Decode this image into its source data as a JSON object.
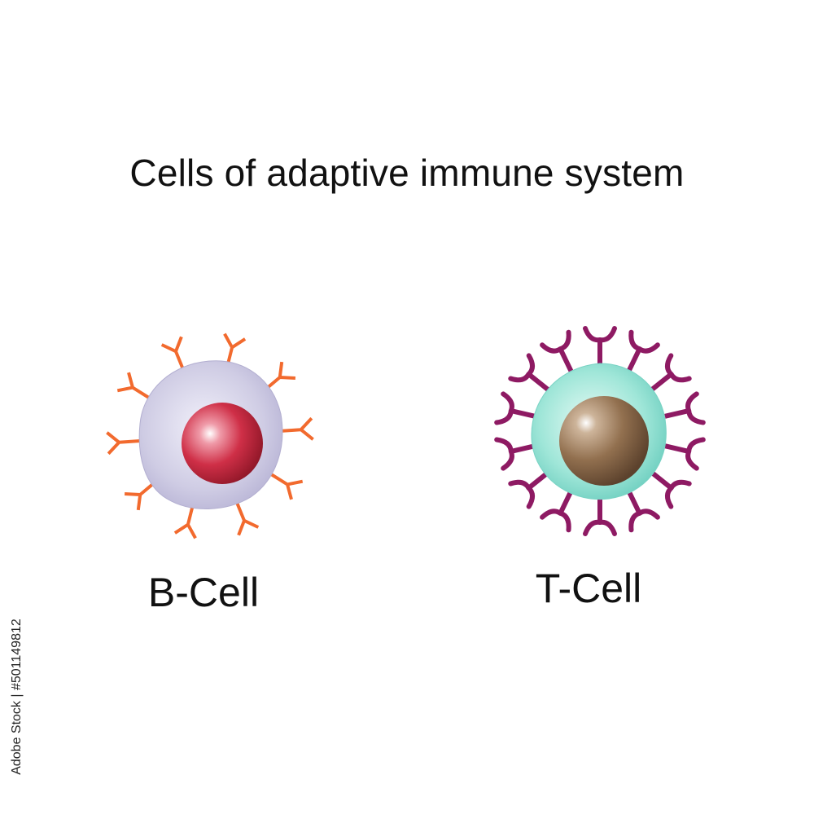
{
  "title": "Cells of adaptive immune system",
  "cells": [
    {
      "label": "B-Cell",
      "receptor_shape": "y-antibody",
      "receptor_count": 10,
      "colors": {
        "receptor": "#f26a2e",
        "body": "#c9c6e0",
        "nucleus": "#c8283f"
      }
    },
    {
      "label": "T-Cell",
      "receptor_shape": "cup-receptor",
      "receptor_count": 14,
      "colors": {
        "receptor": "#8e1a63",
        "body": "#8fe0d2",
        "nucleus": "#8a6848"
      }
    }
  ],
  "stock_id": "Adobe Stock | #501149812"
}
